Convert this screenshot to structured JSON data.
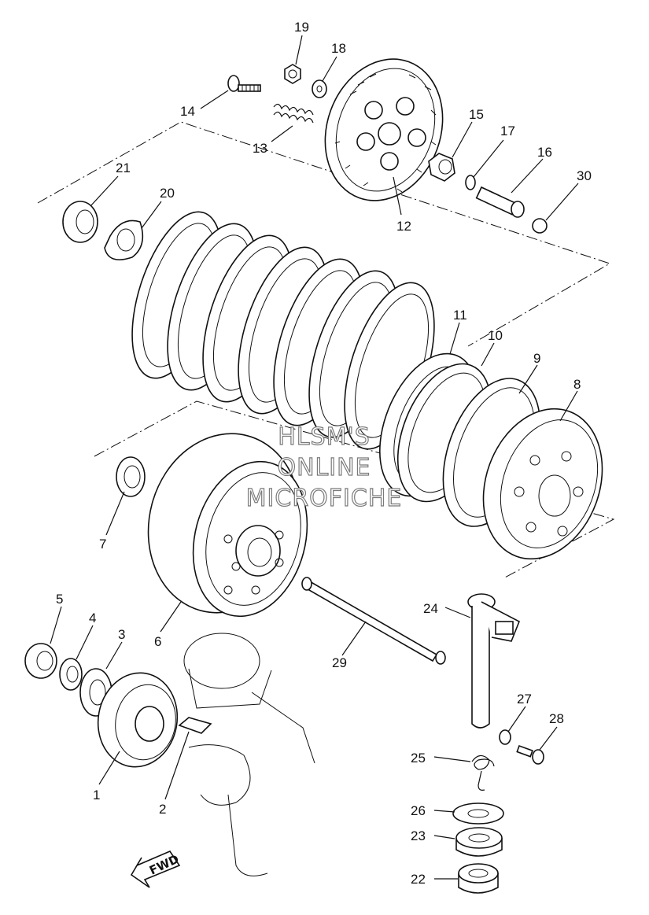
{
  "callouts": {
    "p1": "1",
    "p2": "2",
    "p3": "3",
    "p4": "4",
    "p5": "5",
    "p6": "6",
    "p7": "7",
    "p8": "8",
    "p9": "9",
    "p10": "10",
    "p11": "11",
    "p12": "12",
    "p13": "13",
    "p14": "14",
    "p15": "15",
    "p16": "16",
    "p17": "17",
    "p18": "18",
    "p19": "19",
    "p20": "20",
    "p21": "21",
    "p22": "22",
    "p23": "23",
    "p24": "24",
    "p25": "25",
    "p26": "26",
    "p27": "27",
    "p28": "28",
    "p29": "29",
    "p30": "30"
  },
  "watermark": {
    "line1": "HLSM'S",
    "line2": "ONLINE",
    "line3": "MICROFICHE"
  },
  "direction_arrow": {
    "label": "FWD",
    "icon": "fwd-arrow-icon"
  }
}
